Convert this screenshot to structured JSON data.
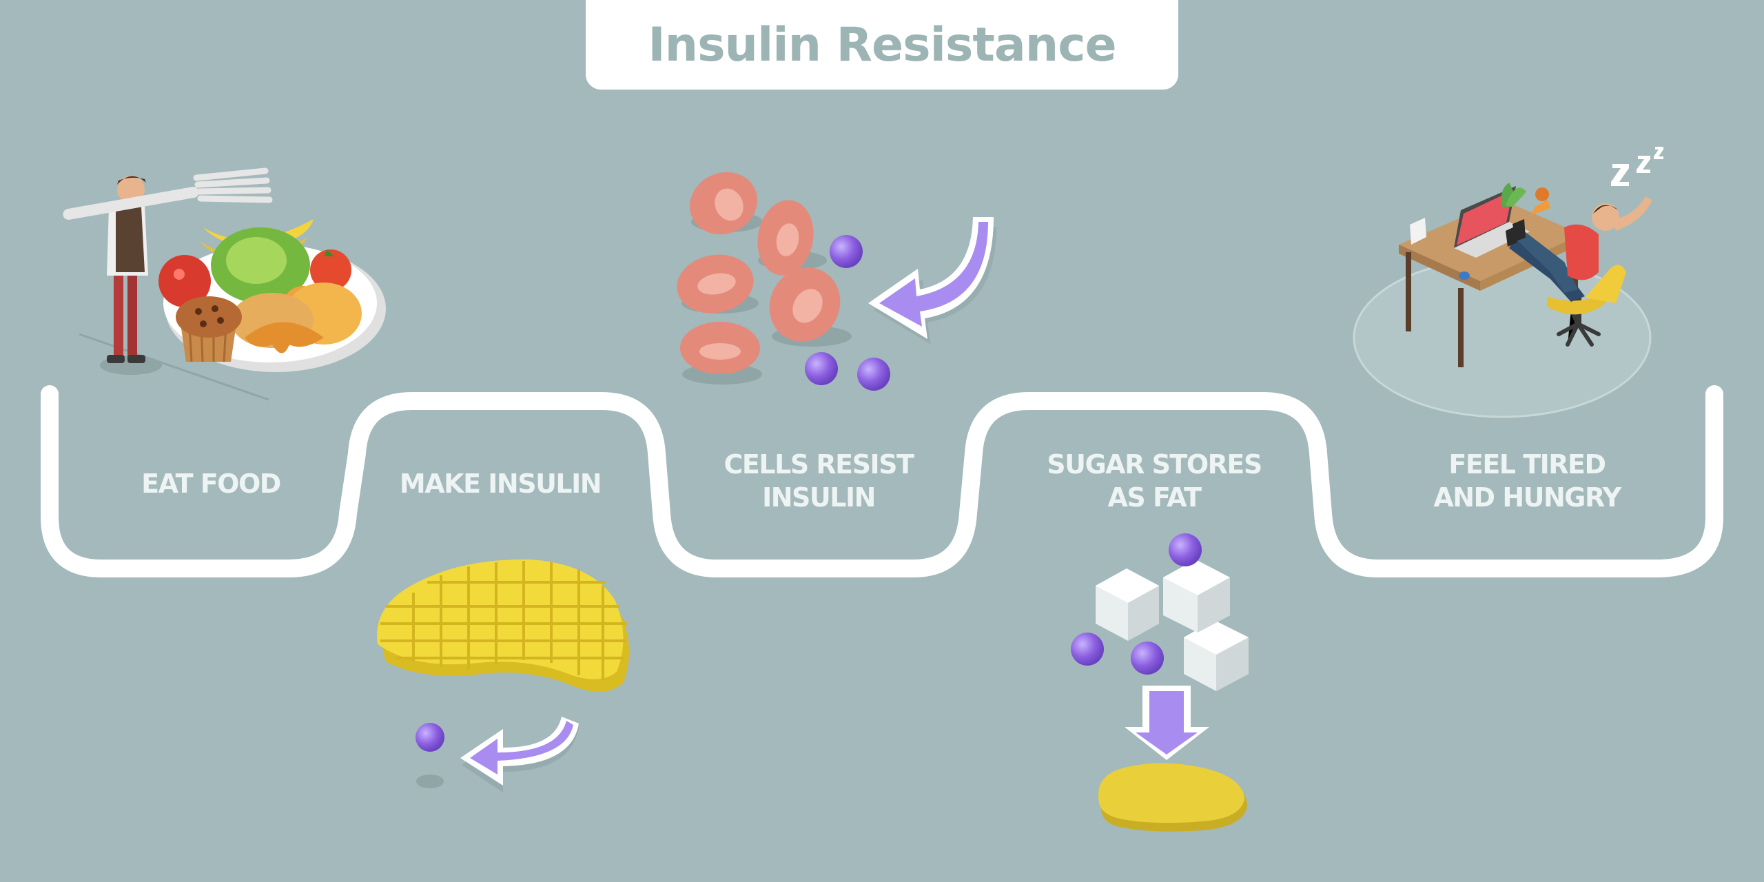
{
  "title": "Insulin Resistance",
  "steps": [
    {
      "label_line1": "EAT FOOD",
      "label_line2": ""
    },
    {
      "label_line1": "MAKE INSULIN",
      "label_line2": ""
    },
    {
      "label_line1": "CELLS RESIST",
      "label_line2": "INSULIN"
    },
    {
      "label_line1": "SUGAR STORES",
      "label_line2": "AS FAT"
    },
    {
      "label_line1": "FEEL TIRED",
      "label_line2": "AND HUNGRY"
    }
  ],
  "colors": {
    "background": "#a3b9bb",
    "path": "#ffffff",
    "insulin_sphere": "#8b5fe0",
    "arrow": "#a98cf0",
    "pancreas": "#f1da3a",
    "cell": "#e48a7a",
    "fat": "#e9cf3a"
  },
  "icons": [
    "person-with-fork-icon",
    "food-plate-icon",
    "pancreas-icon",
    "cells-icon",
    "sugar-cubes-icon",
    "fat-blob-icon",
    "person-at-desk-icon",
    "sleep-zzz-icon"
  ]
}
